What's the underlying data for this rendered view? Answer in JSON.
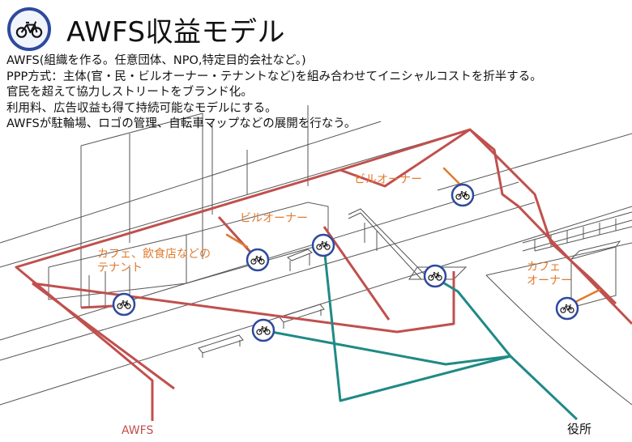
{
  "header": {
    "title": "AWFS収益モデル",
    "logo_icon": "bicycle-icon"
  },
  "body_lines": [
    "AWFS(組織を作る。任意団体、NPO,特定目的会社など。)",
    "PPP方式：主体(官・民・ビルオーナー・テナントなど)を組み合わせてイニシャルコストを折半する。",
    "官民を超えて協力しストリートをブランド化。",
    "利用料、広告収益も得て持続可能なモデルにする。",
    "AWFSが駐輪場、ロゴの管理、自転車マップなどの展開を行なう。"
  ],
  "labels": {
    "building_owner_1": "ビルオーナー",
    "building_owner_2": "ビルオーナー",
    "tenant_line1": "カフェ、飲食店などの",
    "tenant_line2": "テナント",
    "cafe_owner_line1": "カフェ",
    "cafe_owner_line2": "オーナー",
    "awfs": "AWFS",
    "city_office": "役所"
  },
  "colors": {
    "awfs_network": "#c0504d",
    "city_network": "#1f8a86",
    "stakeholder_label": "#e07b2f",
    "badge_ring": "#2e4a9e",
    "building_line": "#555555"
  }
}
